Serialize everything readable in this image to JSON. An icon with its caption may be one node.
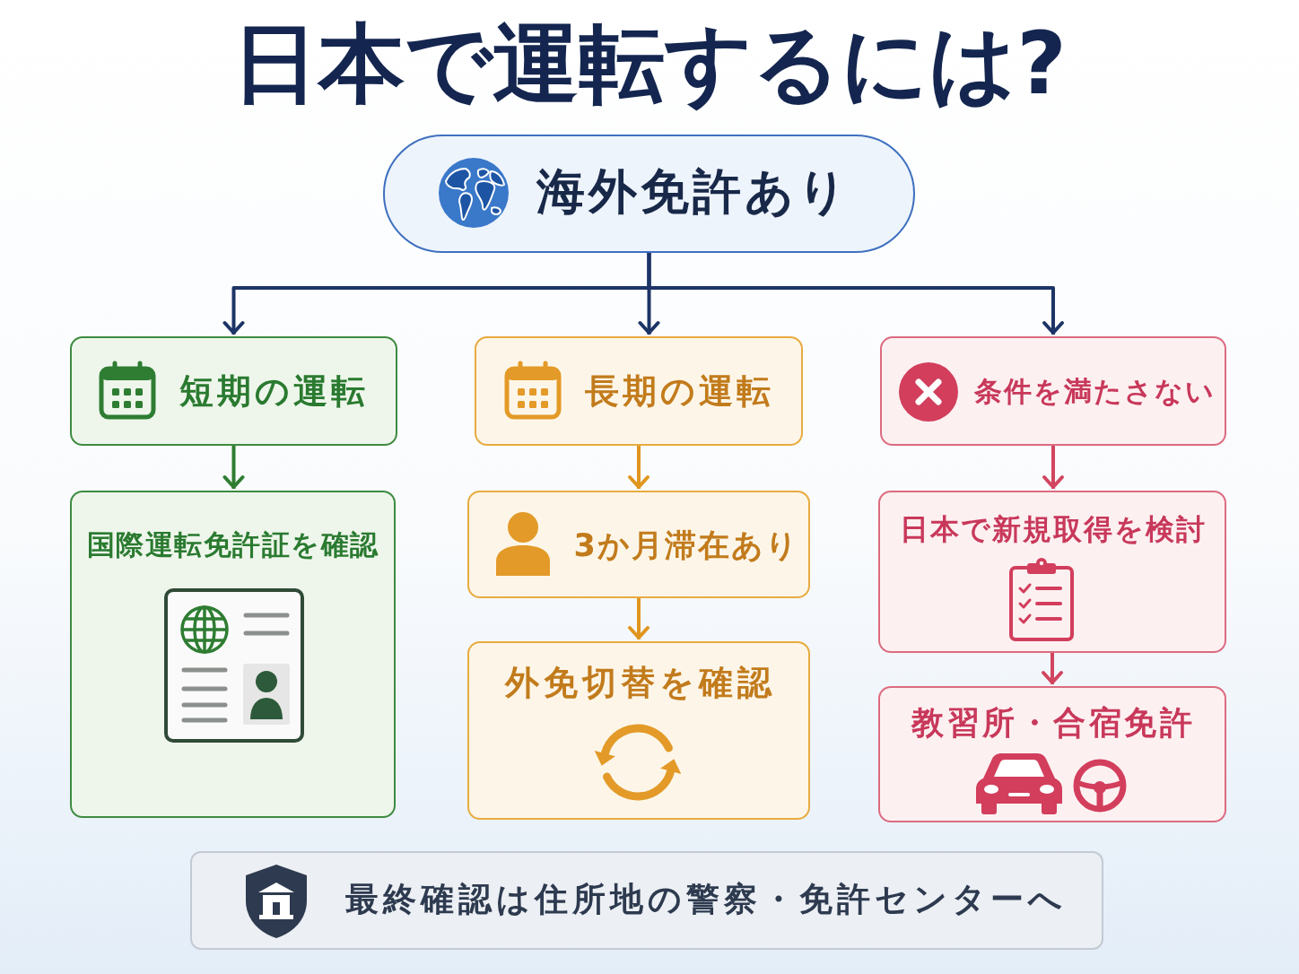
{
  "diagram": {
    "title": "日本で運転するには?",
    "nodes": [
      {
        "text": [
          "海外免許あり"
        ]
      },
      {
        "text": [
          "短期の運転"
        ]
      },
      {
        "text": [
          "国際運転免許証を確認"
        ]
      },
      {
        "text": [
          "長期の運転"
        ]
      },
      {
        "text": [
          "3か月滞在あり"
        ]
      },
      {
        "text": [
          "外免切替を確認"
        ]
      },
      {
        "text": [
          "条件を満たさない"
        ]
      },
      {
        "text": [
          "日本で新規取得を検討"
        ]
      },
      {
        "text": [
          "教習所・合宿免許"
        ]
      },
      {
        "text": [
          "最終確認は住所地の警察・免許センターへ"
        ]
      }
    ],
    "edges": [
      {
        "from": 0,
        "to": 1,
        "arrow": "to"
      },
      {
        "from": 0,
        "to": 3,
        "arrow": "to"
      },
      {
        "from": 0,
        "to": 6,
        "arrow": "to"
      },
      {
        "from": 1,
        "to": 2,
        "arrow": "to",
        "color": "#2e7d32"
      },
      {
        "from": 3,
        "to": 4,
        "arrow": "to",
        "color": "#e0951e"
      },
      {
        "from": 4,
        "to": 5,
        "arrow": "to",
        "color": "#e0951e"
      },
      {
        "from": 6,
        "to": 7,
        "arrow": "to",
        "color": "#d2455f"
      },
      {
        "from": 7,
        "to": 8,
        "arrow": "to",
        "color": "#d2455f"
      }
    ]
  }
}
